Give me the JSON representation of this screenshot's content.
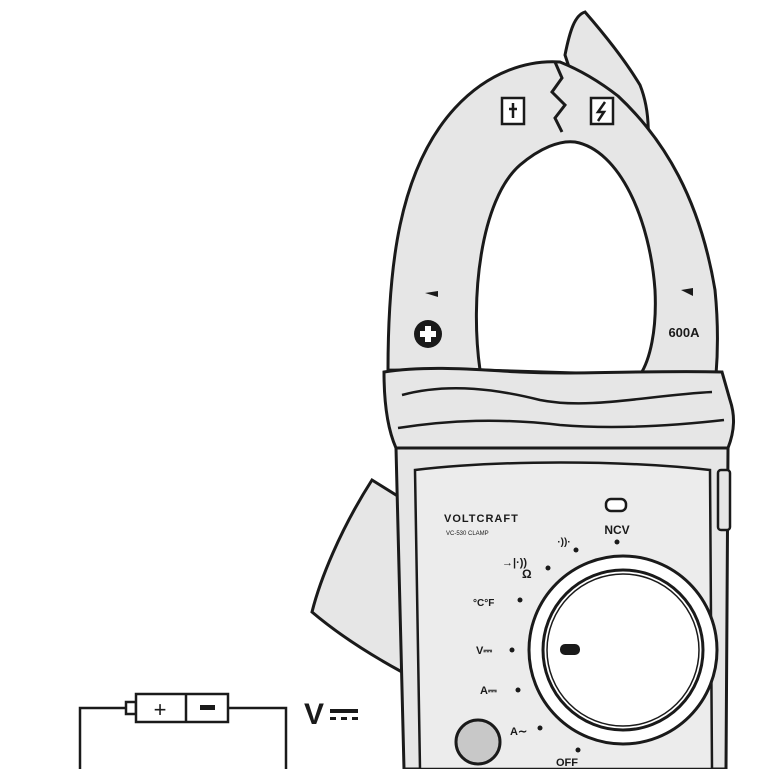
{
  "meter": {
    "brand": "VOLTCRAFT",
    "model": "VC-530 CLAMP",
    "jaw_rating": "600A",
    "ncv_label": "NCV",
    "dial": {
      "positions": [
        {
          "key": "ncv",
          "label": "NCV"
        },
        {
          "key": "diode",
          "label": "·))· "
        },
        {
          "key": "continuity",
          "label": "→|·))"
        },
        {
          "key": "ohm",
          "label": "Ω"
        },
        {
          "key": "temp",
          "label": "°C °F"
        },
        {
          "key": "vdc",
          "label": "V"
        },
        {
          "key": "adc",
          "label": "A"
        },
        {
          "key": "aac",
          "label": "A~"
        },
        {
          "key": "off",
          "label": "OFF"
        }
      ],
      "selected": "vdc"
    },
    "hazard_symbols": [
      "hand-warning-icon",
      "lightning-warning-icon"
    ],
    "colors": {
      "outline": "#1a1a1a",
      "body": "#e6e6e6",
      "dial_button": "#c8c8c8"
    }
  },
  "circuit": {
    "battery_plus": "+",
    "battery_minus": "−",
    "measurement_label": "V",
    "measurement_suffix": "DC"
  }
}
